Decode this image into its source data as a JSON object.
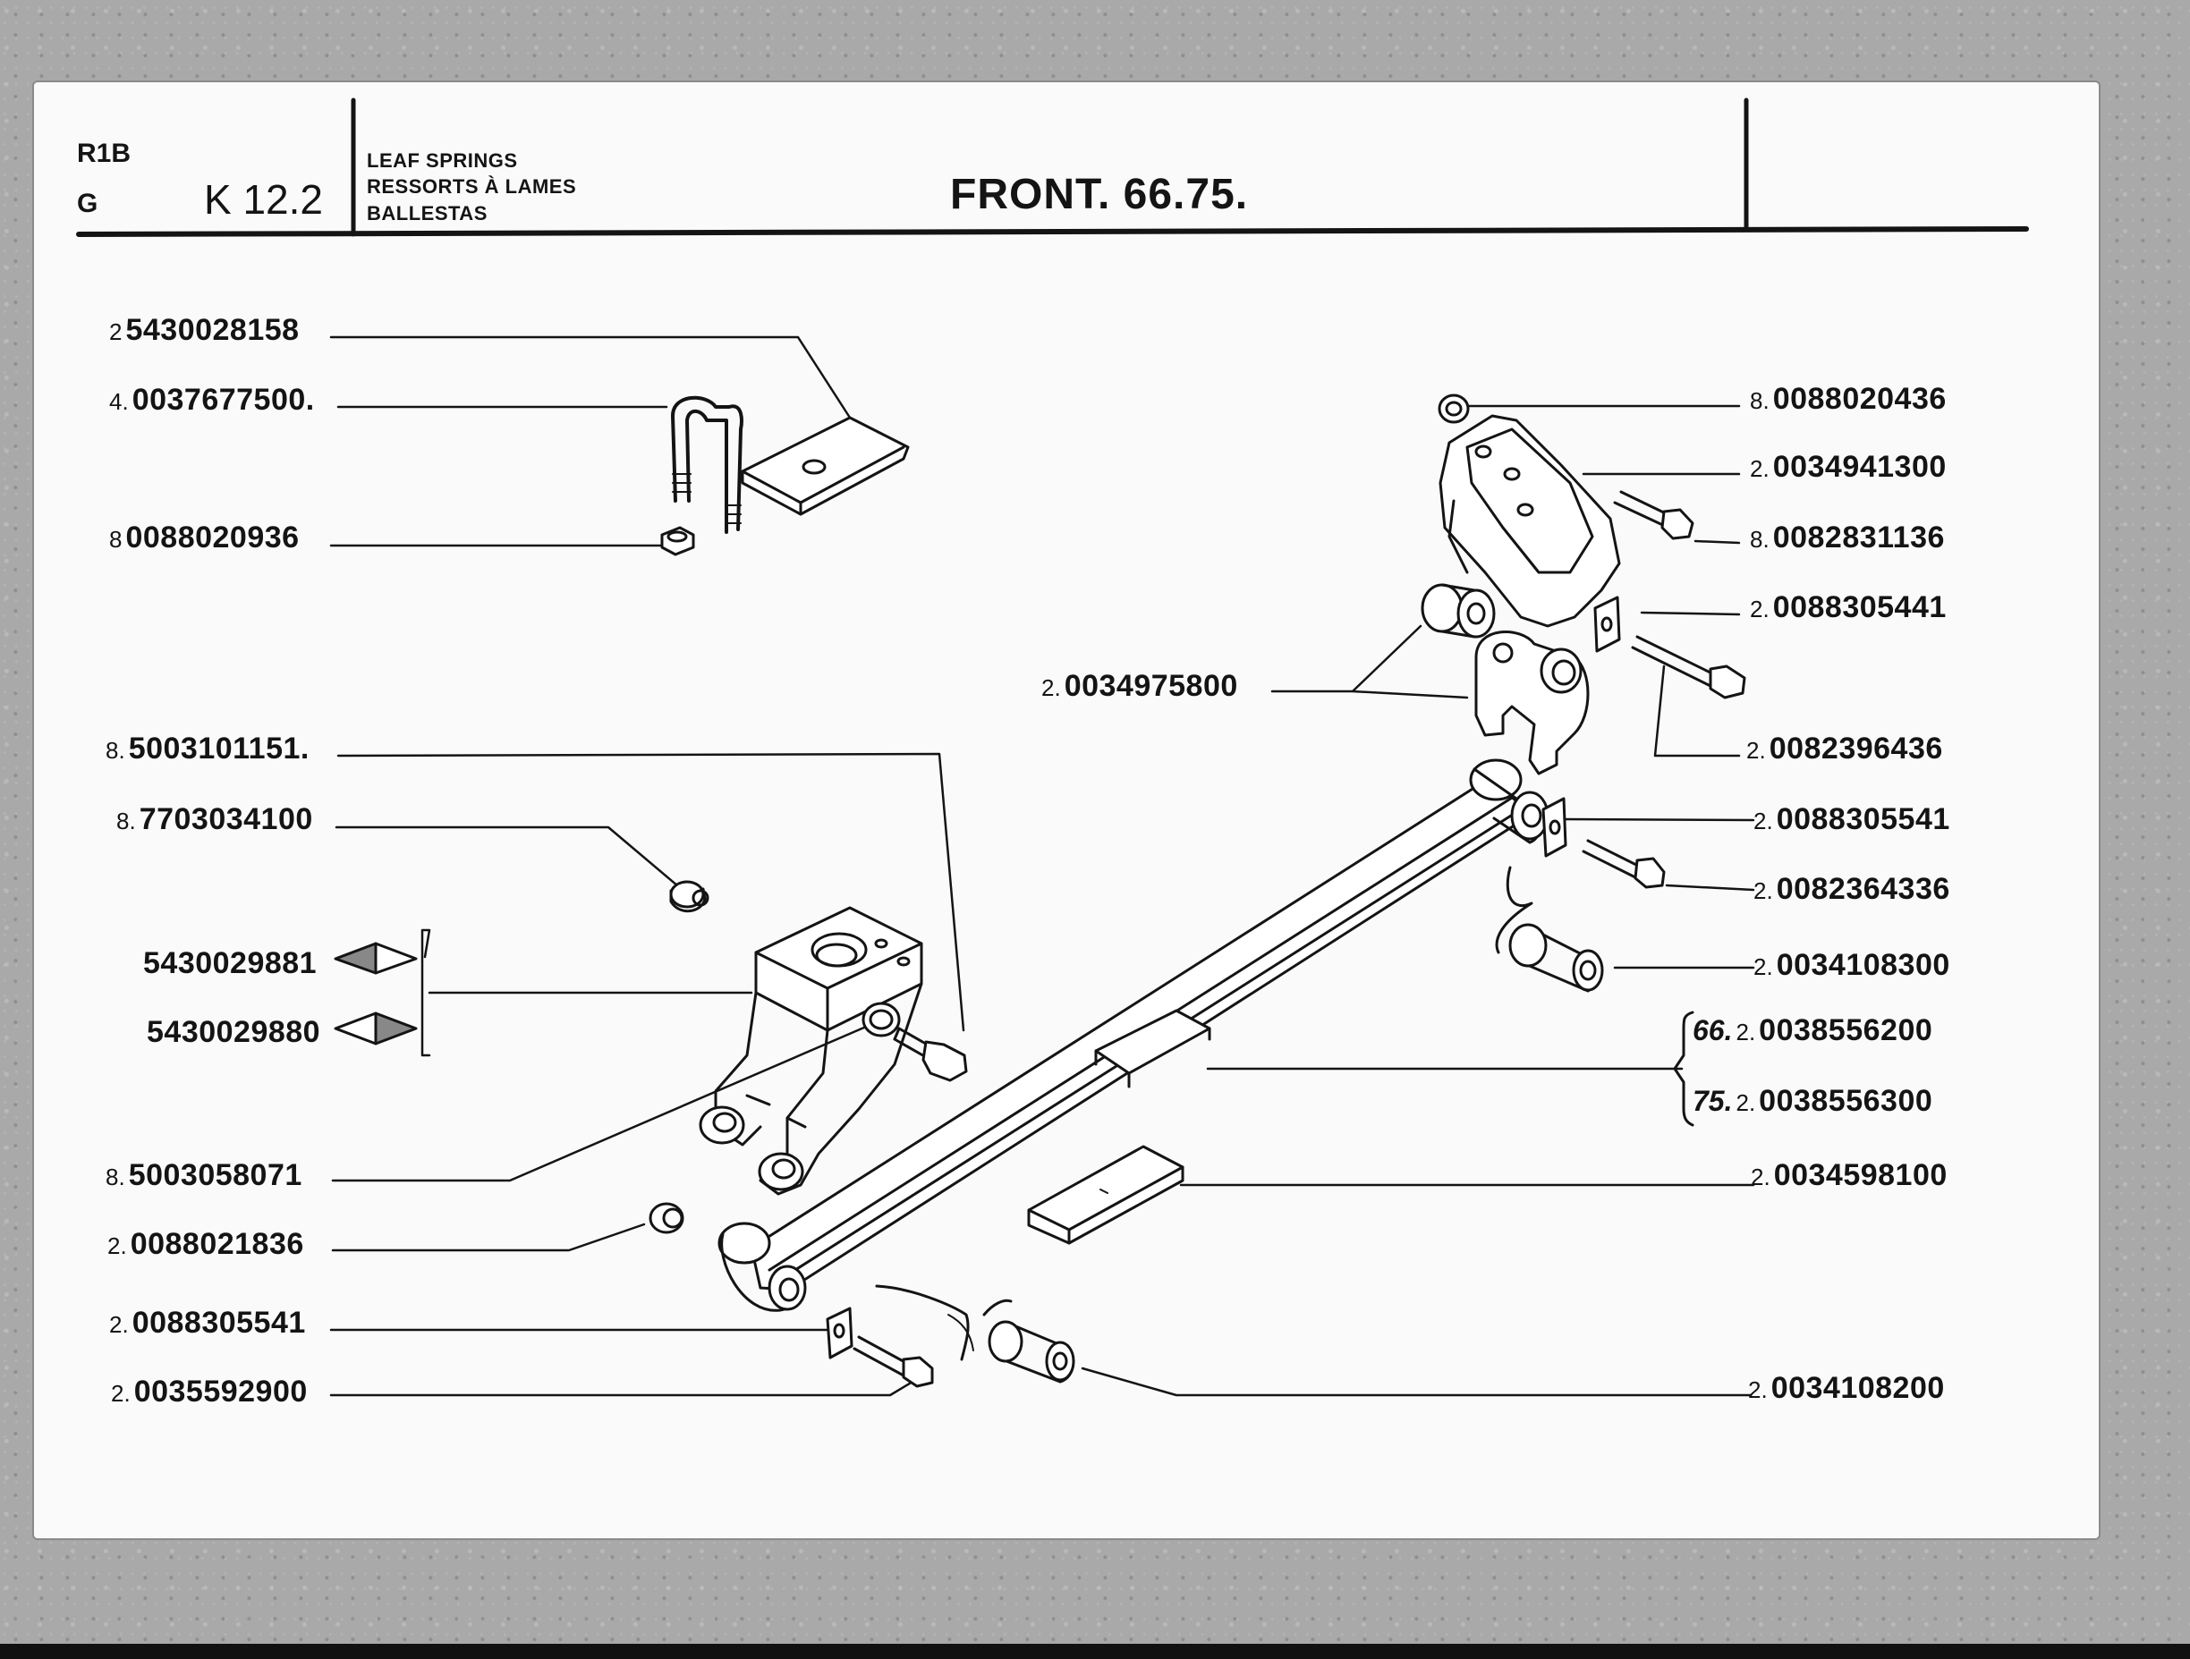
{
  "header": {
    "model": "R1B",
    "sub": "G",
    "section": "K 12.2",
    "titles": [
      "LEAF SPRINGS",
      "RESSORTS À LAMES",
      "BALLESTAS"
    ],
    "main_title": "FRONT. 66.75."
  },
  "labels_left": [
    {
      "qty": "2",
      "part": "5430028158"
    },
    {
      "qty": "4.",
      "part": "0037677500."
    },
    {
      "qty": "8",
      "part": "0088020936"
    },
    {
      "qty": "8.",
      "part": "5003101151."
    },
    {
      "qty": "8.",
      "part": "7703034100"
    },
    {
      "qty": "",
      "part": "5430029881"
    },
    {
      "qty": "",
      "part": "5430029880"
    },
    {
      "qty": "8.",
      "part": "5003058071"
    },
    {
      "qty": "2.",
      "part": "0088021836"
    },
    {
      "qty": "2.",
      "part": "0088305541"
    },
    {
      "qty": "2.",
      "part": "0035592900"
    }
  ],
  "labels_right": [
    {
      "qty": "8.",
      "part": "0088020436"
    },
    {
      "qty": "2.",
      "part": "0034941300"
    },
    {
      "qty": "8.",
      "part": "0082831136"
    },
    {
      "qty": "2.",
      "part": "0088305441"
    },
    {
      "qty": "2.",
      "part": "0082396436"
    },
    {
      "qty": "2.",
      "part": "0088305541"
    },
    {
      "qty": "2.",
      "part": "0082364336"
    },
    {
      "qty": "2.",
      "part": "0034108300"
    },
    {
      "variant": "66.",
      "qty": "2.",
      "part": "0038556200"
    },
    {
      "variant": "75.",
      "qty": "2.",
      "part": "0038556300"
    },
    {
      "qty": "2.",
      "part": "0034598100"
    },
    {
      "qty": "2.",
      "part": "0034108200"
    }
  ],
  "label_center": {
    "qty": "2.",
    "part": "0034975800"
  }
}
